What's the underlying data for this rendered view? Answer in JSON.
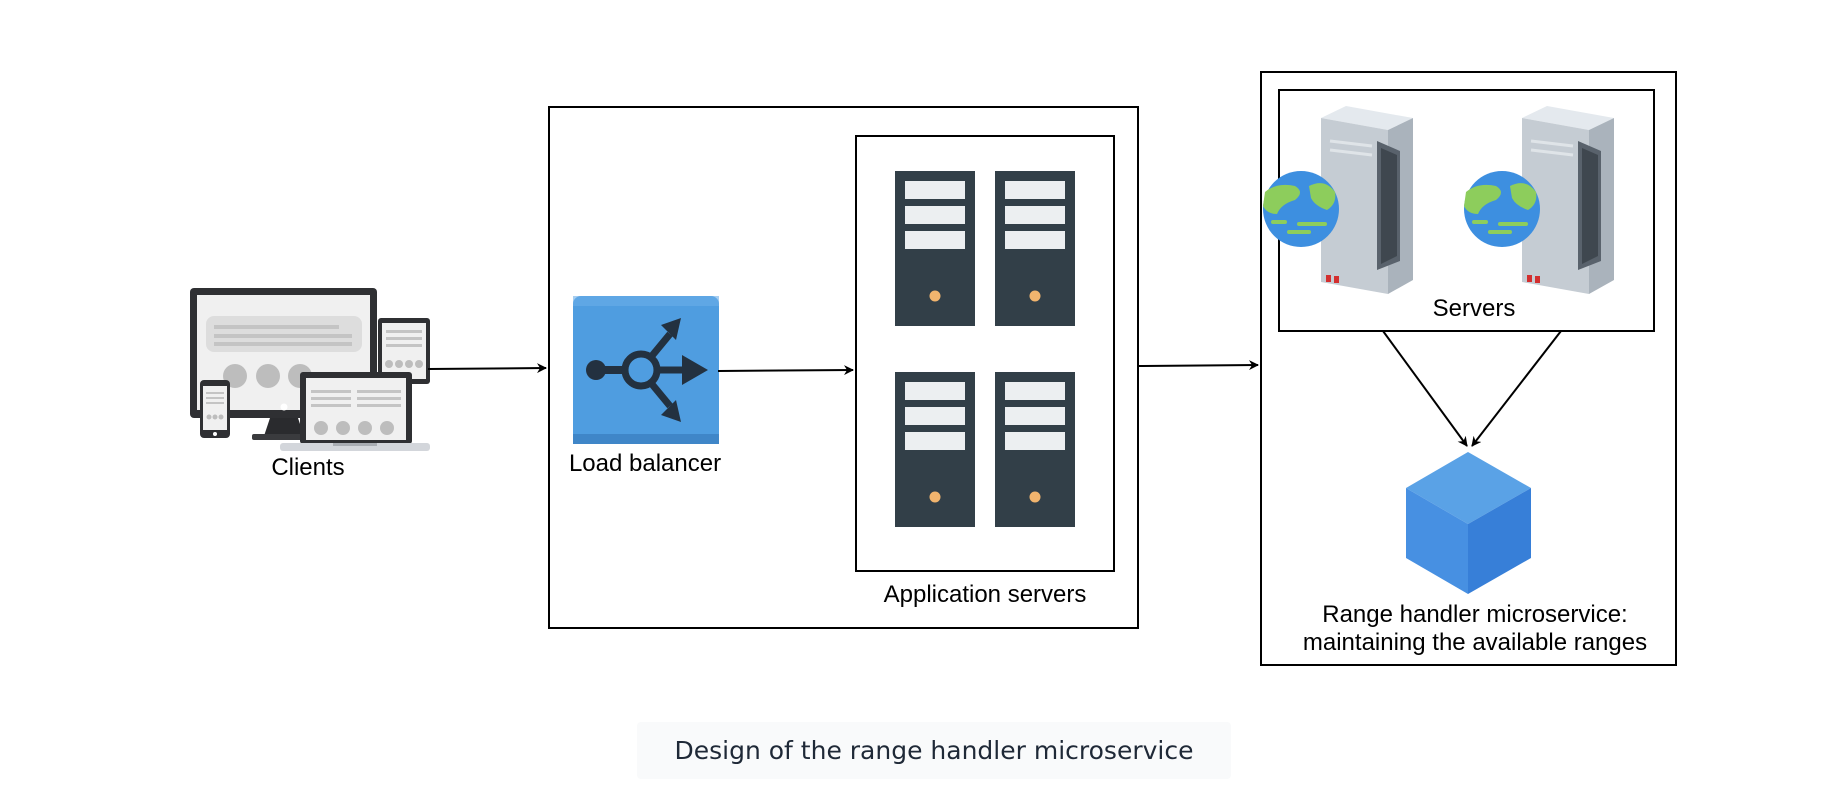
{
  "nodes": {
    "clients": "Clients",
    "load_balancer": "Load balancer",
    "application_servers": "Application servers",
    "servers": "Servers",
    "range_handler_line1": "Range handler microservice:",
    "range_handler_line2": "maintaining the available ranges"
  },
  "icons": {
    "clients": "devices-icon",
    "load_balancer": "load-balancer-icon",
    "application_server": "server-tower-icon",
    "web_server": "web-server-icon",
    "microservice": "cube-icon"
  },
  "colors": {
    "load_balancer": "#4f9de0",
    "server_tower": "#323f48",
    "cube": "#3f8ae0"
  },
  "caption": "Design of the range handler microservice"
}
